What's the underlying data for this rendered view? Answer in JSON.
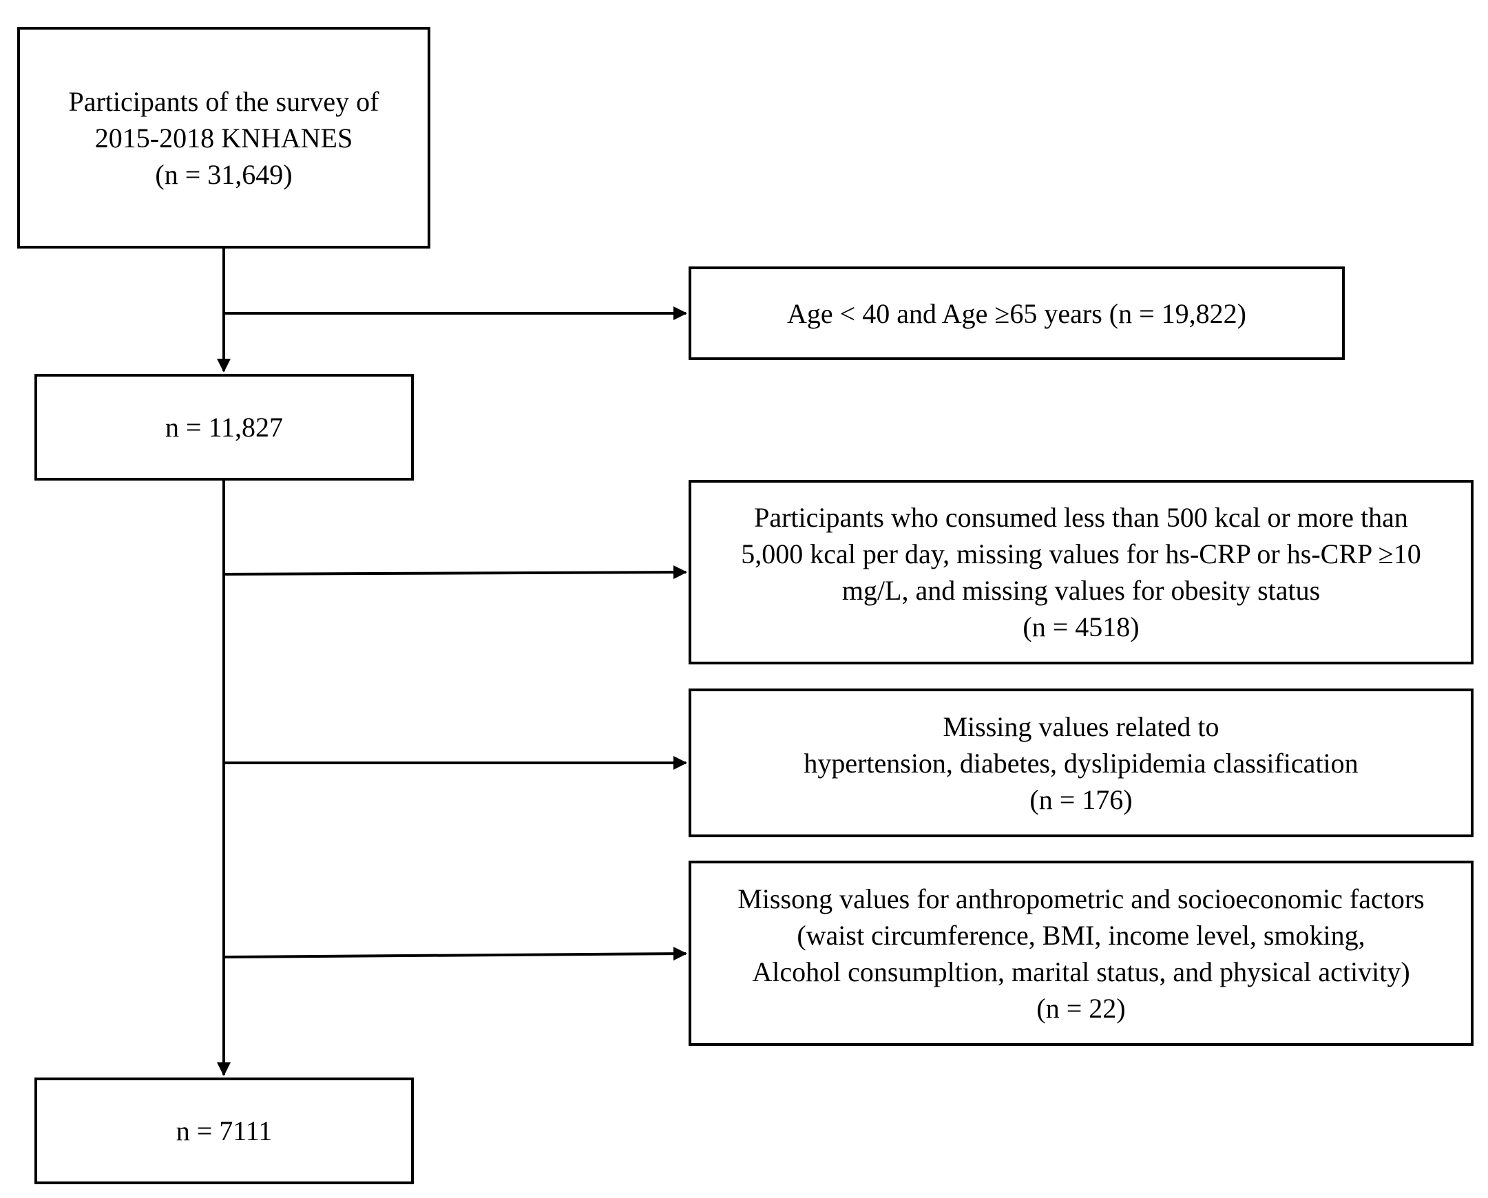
{
  "flowchart": {
    "start": {
      "lines": [
        "Participants of the survey of",
        "2015-2018 KNHANES",
        "(n = 31,649)"
      ]
    },
    "exclusion_age": {
      "lines": [
        "Age < 40 and Age ≥65 years (n = 19,822)"
      ]
    },
    "after_age": {
      "lines": [
        "n = 11,827"
      ]
    },
    "exclusion_kcal": {
      "lines": [
        "Participants who consumed less than 500 kcal or more than",
        "5,000 kcal per day, missing values for hs-CRP or hs-CRP ≥10",
        "mg/L, and missing values for obesity status",
        "(n = 4518)"
      ]
    },
    "exclusion_classification": {
      "lines": [
        "Missing values related to",
        "hypertension, diabetes, dyslipidemia classification",
        "(n = 176)"
      ]
    },
    "exclusion_anthropometric": {
      "lines": [
        "Missong values for anthropometric and socioeconomic factors",
        "(waist circumference, BMI, income level, smoking,",
        "Alcohol consumpltion, marital status, and physical activity)",
        "(n = 22)"
      ]
    },
    "final": {
      "lines": [
        "n = 7111"
      ]
    }
  }
}
